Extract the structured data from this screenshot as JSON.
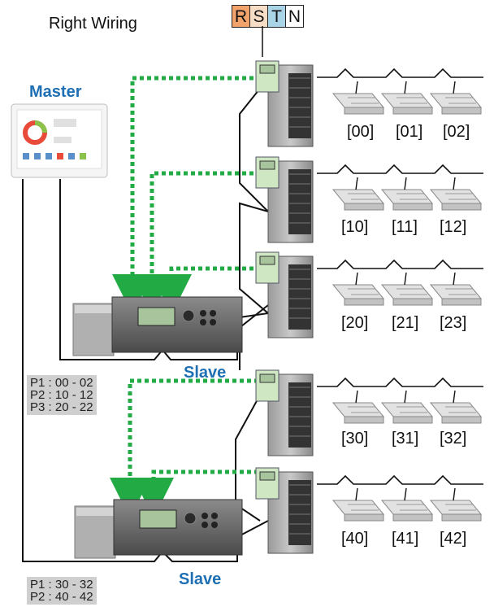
{
  "title": "Right Wiring",
  "phases": [
    "R",
    "S",
    "T",
    "N"
  ],
  "phase_colors": {
    "R": "#f2a36b",
    "S": "#f8ddc6",
    "T": "#a9d4e8",
    "N": "#ffffff"
  },
  "labels": {
    "master": "Master",
    "slave1": "Slave",
    "slave2": "Slave"
  },
  "slave1_ports": [
    "P1 : 00 - 02",
    "P2 : 10 - 12",
    "P3 : 20 - 22"
  ],
  "slave2_ports": [
    "P1 : 30 - 32",
    "P2 : 40 - 42"
  ],
  "rows": [
    {
      "ids": [
        "[00]",
        "[01]",
        "[02]"
      ]
    },
    {
      "ids": [
        "[10]",
        "[11]",
        "[12]"
      ]
    },
    {
      "ids": [
        "[20]",
        "[21]",
        "[23]"
      ]
    },
    {
      "ids": [
        "[30]",
        "[31]",
        "[32]"
      ]
    },
    {
      "ids": [
        "[40]",
        "[41]",
        "[42]"
      ]
    }
  ],
  "colors": {
    "comm_link": "#22aa44",
    "accent": "#1e6fb3",
    "wire": "#111111"
  }
}
